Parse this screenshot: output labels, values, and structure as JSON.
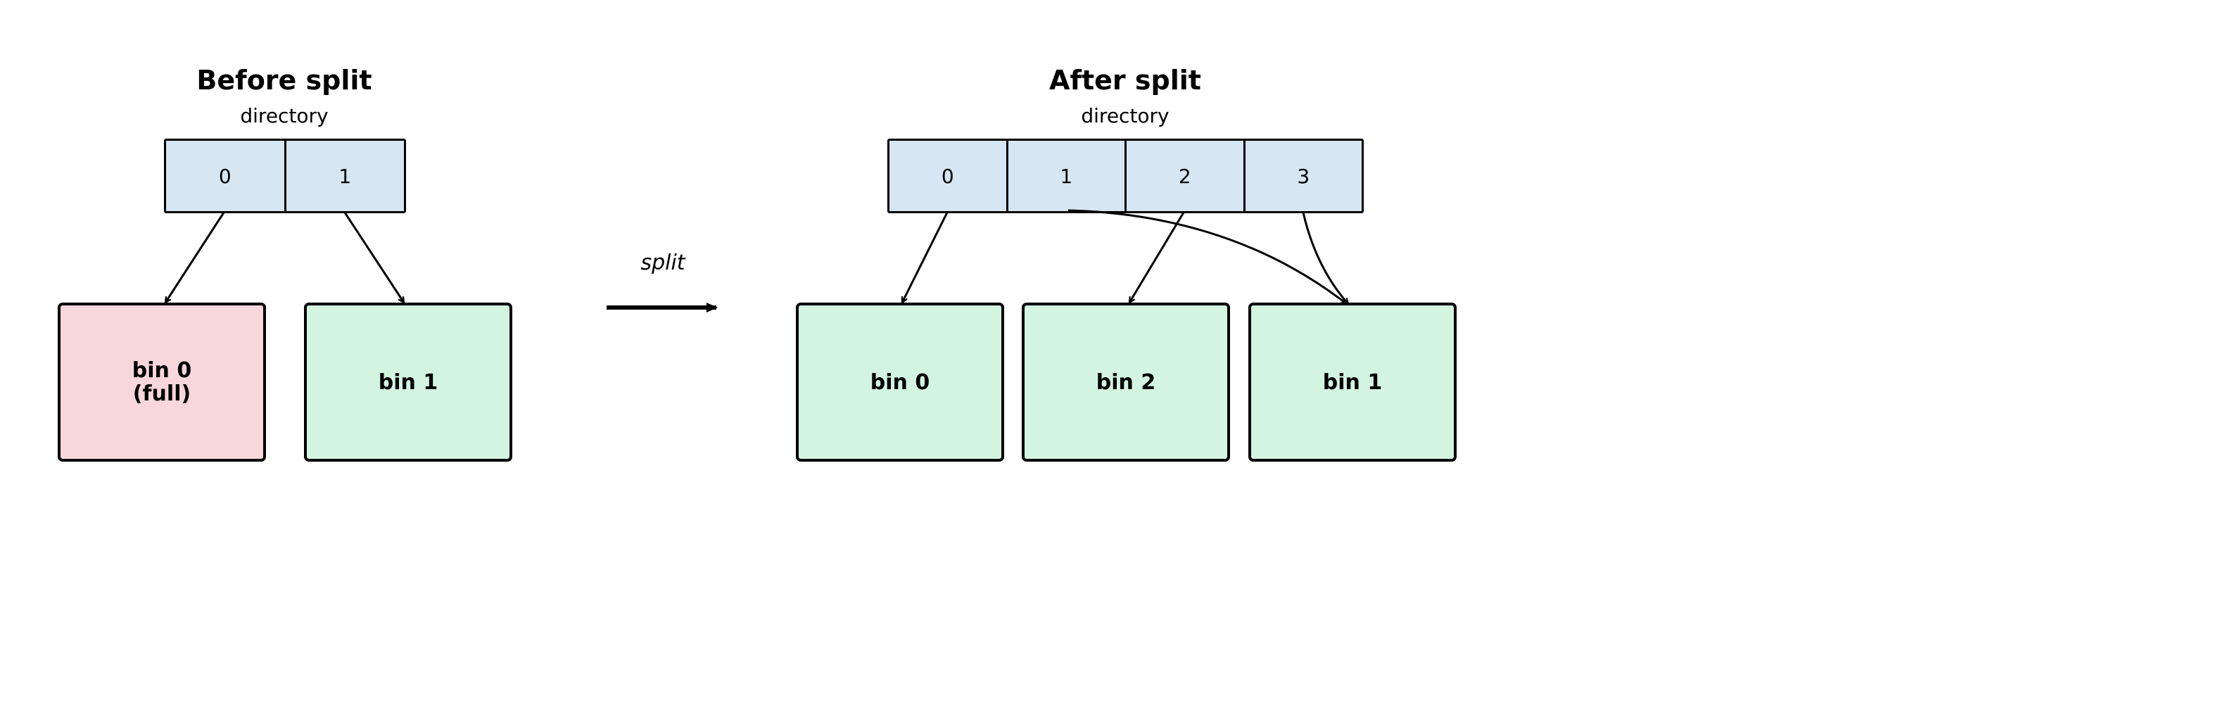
{
  "before": {
    "title": "Before split",
    "directory_label": "directory",
    "cells": [
      "0",
      "1"
    ],
    "bins": [
      {
        "label": "bin 0\n(full)",
        "state": "full"
      },
      {
        "label": "bin 1",
        "state": "ok"
      }
    ]
  },
  "transition": {
    "label": "split"
  },
  "after": {
    "title": "After split",
    "directory_label": "directory",
    "cells": [
      "0",
      "1",
      "2",
      "3"
    ],
    "bins": [
      {
        "label": "bin 0",
        "state": "ok"
      },
      {
        "label": "bin 2",
        "state": "ok"
      },
      {
        "label": "bin 1",
        "state": "ok"
      }
    ]
  },
  "colors": {
    "directory_fill": "#d6e6f2",
    "full_bin_fill": "#f7d6dc",
    "bin_fill": "#d4f4e2"
  }
}
